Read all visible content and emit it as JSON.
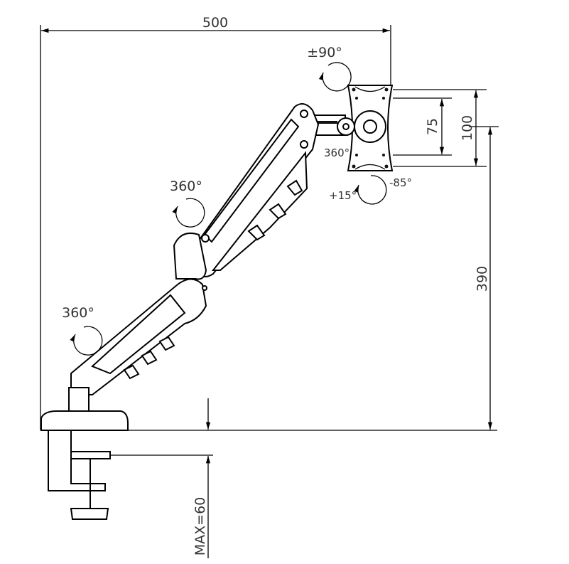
{
  "drawing": {
    "title": "Monitor arm dimension drawing",
    "dimensions": {
      "reach": "500",
      "height": "390",
      "vesa_small": "75",
      "vesa_large": "100",
      "clamp_max": "MAX=60"
    },
    "rotations": {
      "rotation": "±90°",
      "swivel_head": "360°",
      "tilt_down": "-85°",
      "tilt_up": "+15°",
      "swivel_upper_arm": "360°",
      "swivel_lower_arm": "360°"
    },
    "colors": {
      "line": "#000000",
      "text": "#333333",
      "background": "#ffffff"
    }
  }
}
